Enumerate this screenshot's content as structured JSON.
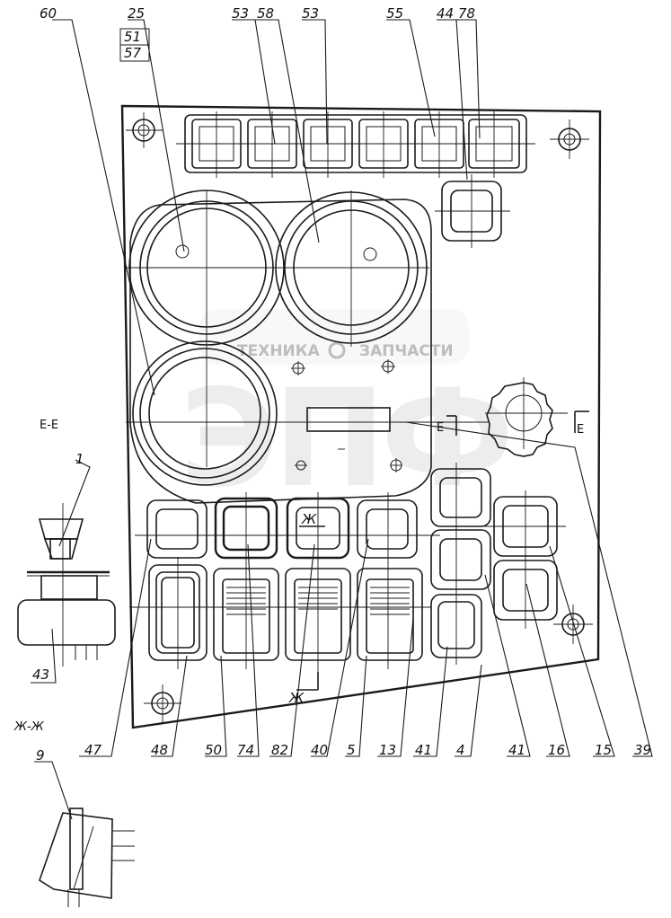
{
  "callouts": [
    {
      "id": "c60",
      "text": "60"
    },
    {
      "id": "c25",
      "text": "25"
    },
    {
      "id": "c51",
      "text": "51"
    },
    {
      "id": "c57",
      "text": "57"
    },
    {
      "id": "c53a",
      "text": "53"
    },
    {
      "id": "c58",
      "text": "58"
    },
    {
      "id": "c53b",
      "text": "53"
    },
    {
      "id": "c55",
      "text": "55"
    },
    {
      "id": "c44",
      "text": "44"
    },
    {
      "id": "c78",
      "text": "78"
    },
    {
      "id": "c1",
      "text": "1"
    },
    {
      "id": "c43",
      "text": "43"
    },
    {
      "id": "c9",
      "text": "9"
    },
    {
      "id": "c47",
      "text": "47"
    },
    {
      "id": "c48",
      "text": "48"
    },
    {
      "id": "c50",
      "text": "50"
    },
    {
      "id": "c74",
      "text": "74"
    },
    {
      "id": "c82",
      "text": "82"
    },
    {
      "id": "c40",
      "text": "40"
    },
    {
      "id": "c5",
      "text": "5"
    },
    {
      "id": "c13",
      "text": "13"
    },
    {
      "id": "c41a",
      "text": "41"
    },
    {
      "id": "c4",
      "text": "4"
    },
    {
      "id": "c41b",
      "text": "41"
    },
    {
      "id": "c16",
      "text": "16"
    },
    {
      "id": "c15",
      "text": "15"
    },
    {
      "id": "c39",
      "text": "39"
    }
  ],
  "section_labels": {
    "ee": "Е-Е",
    "zhzh": "Ж-Ж",
    "zh_mark_top": "Ж",
    "zh_mark_bottom": "Ж",
    "e_mark_left": "Е",
    "e_mark_right": "Е"
  },
  "watermark": {
    "line1": "ТЕХНИКА",
    "line2": "ЗАПЧАСТИ",
    "logo": "ЭПФ"
  }
}
